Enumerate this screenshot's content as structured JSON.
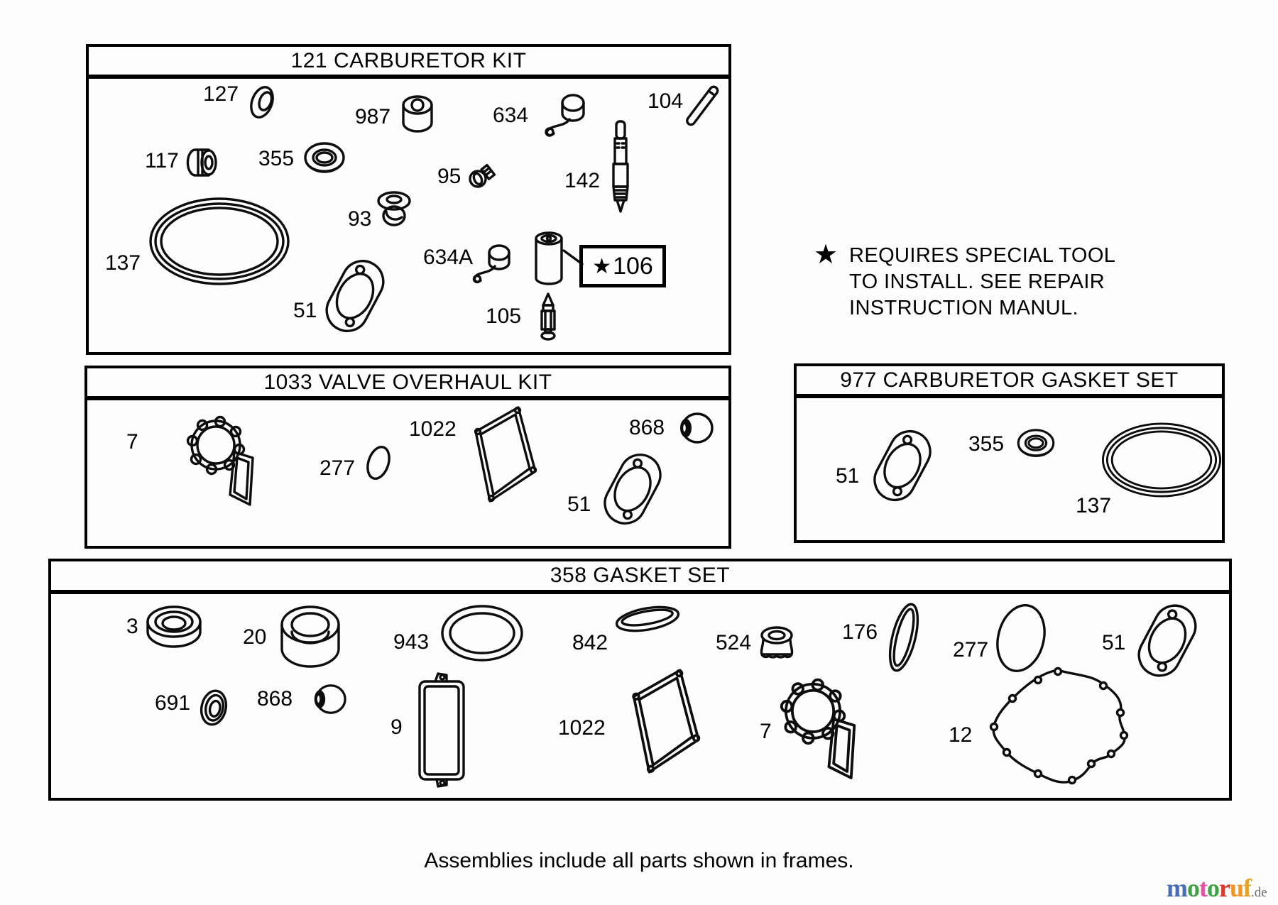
{
  "star_glyph": "★",
  "frames": {
    "carb_kit": {
      "title": "121 CARBURETOR KIT",
      "labels": {
        "l127": "127",
        "l987": "987",
        "l634": "634",
        "l104": "104",
        "l117": "117",
        "l355": "355",
        "l95": "95",
        "l142": "142",
        "l93": "93",
        "l137": "137",
        "l634a": "634A",
        "l106": "106",
        "l51": "51",
        "l105": "105"
      }
    },
    "valve_kit": {
      "title": "1033 VALVE OVERHAUL KIT",
      "labels": {
        "l7": "7",
        "l277": "277",
        "l1022": "1022",
        "l868": "868",
        "l51": "51"
      }
    },
    "carb_gasket_set": {
      "title": "977 CARBURETOR GASKET SET",
      "labels": {
        "l51": "51",
        "l355": "355",
        "l137": "137"
      }
    },
    "gasket_set": {
      "title": "358 GASKET SET",
      "labels": {
        "l3": "3",
        "l20": "20",
        "l943": "943",
        "l842": "842",
        "l524": "524",
        "l176": "176",
        "l277": "277",
        "l51": "51",
        "l691": "691",
        "l868": "868",
        "l9": "9",
        "l1022": "1022",
        "l7": "7",
        "l12": "12"
      }
    }
  },
  "special_tool_note": {
    "line1": "REQUIRES SPECIAL TOOL",
    "line2": "TO INSTALL. SEE REPAIR",
    "line3": "INSTRUCTION MANUL."
  },
  "footer_note": "Assemblies include all parts shown in frames.",
  "logo": {
    "word": "motoruf",
    "suffix": ".de",
    "suffix_color": "#6e6e6e",
    "letters": [
      {
        "ch": "m",
        "color": "#4a6cb5"
      },
      {
        "ch": "o",
        "color": "#43a047"
      },
      {
        "ch": "t",
        "color": "#e0559f"
      },
      {
        "ch": "o",
        "color": "#43a047"
      },
      {
        "ch": "r",
        "color": "#d93a2b"
      },
      {
        "ch": "u",
        "color": "#f29422"
      },
      {
        "ch": "f",
        "color": "#e6a32a"
      }
    ]
  }
}
